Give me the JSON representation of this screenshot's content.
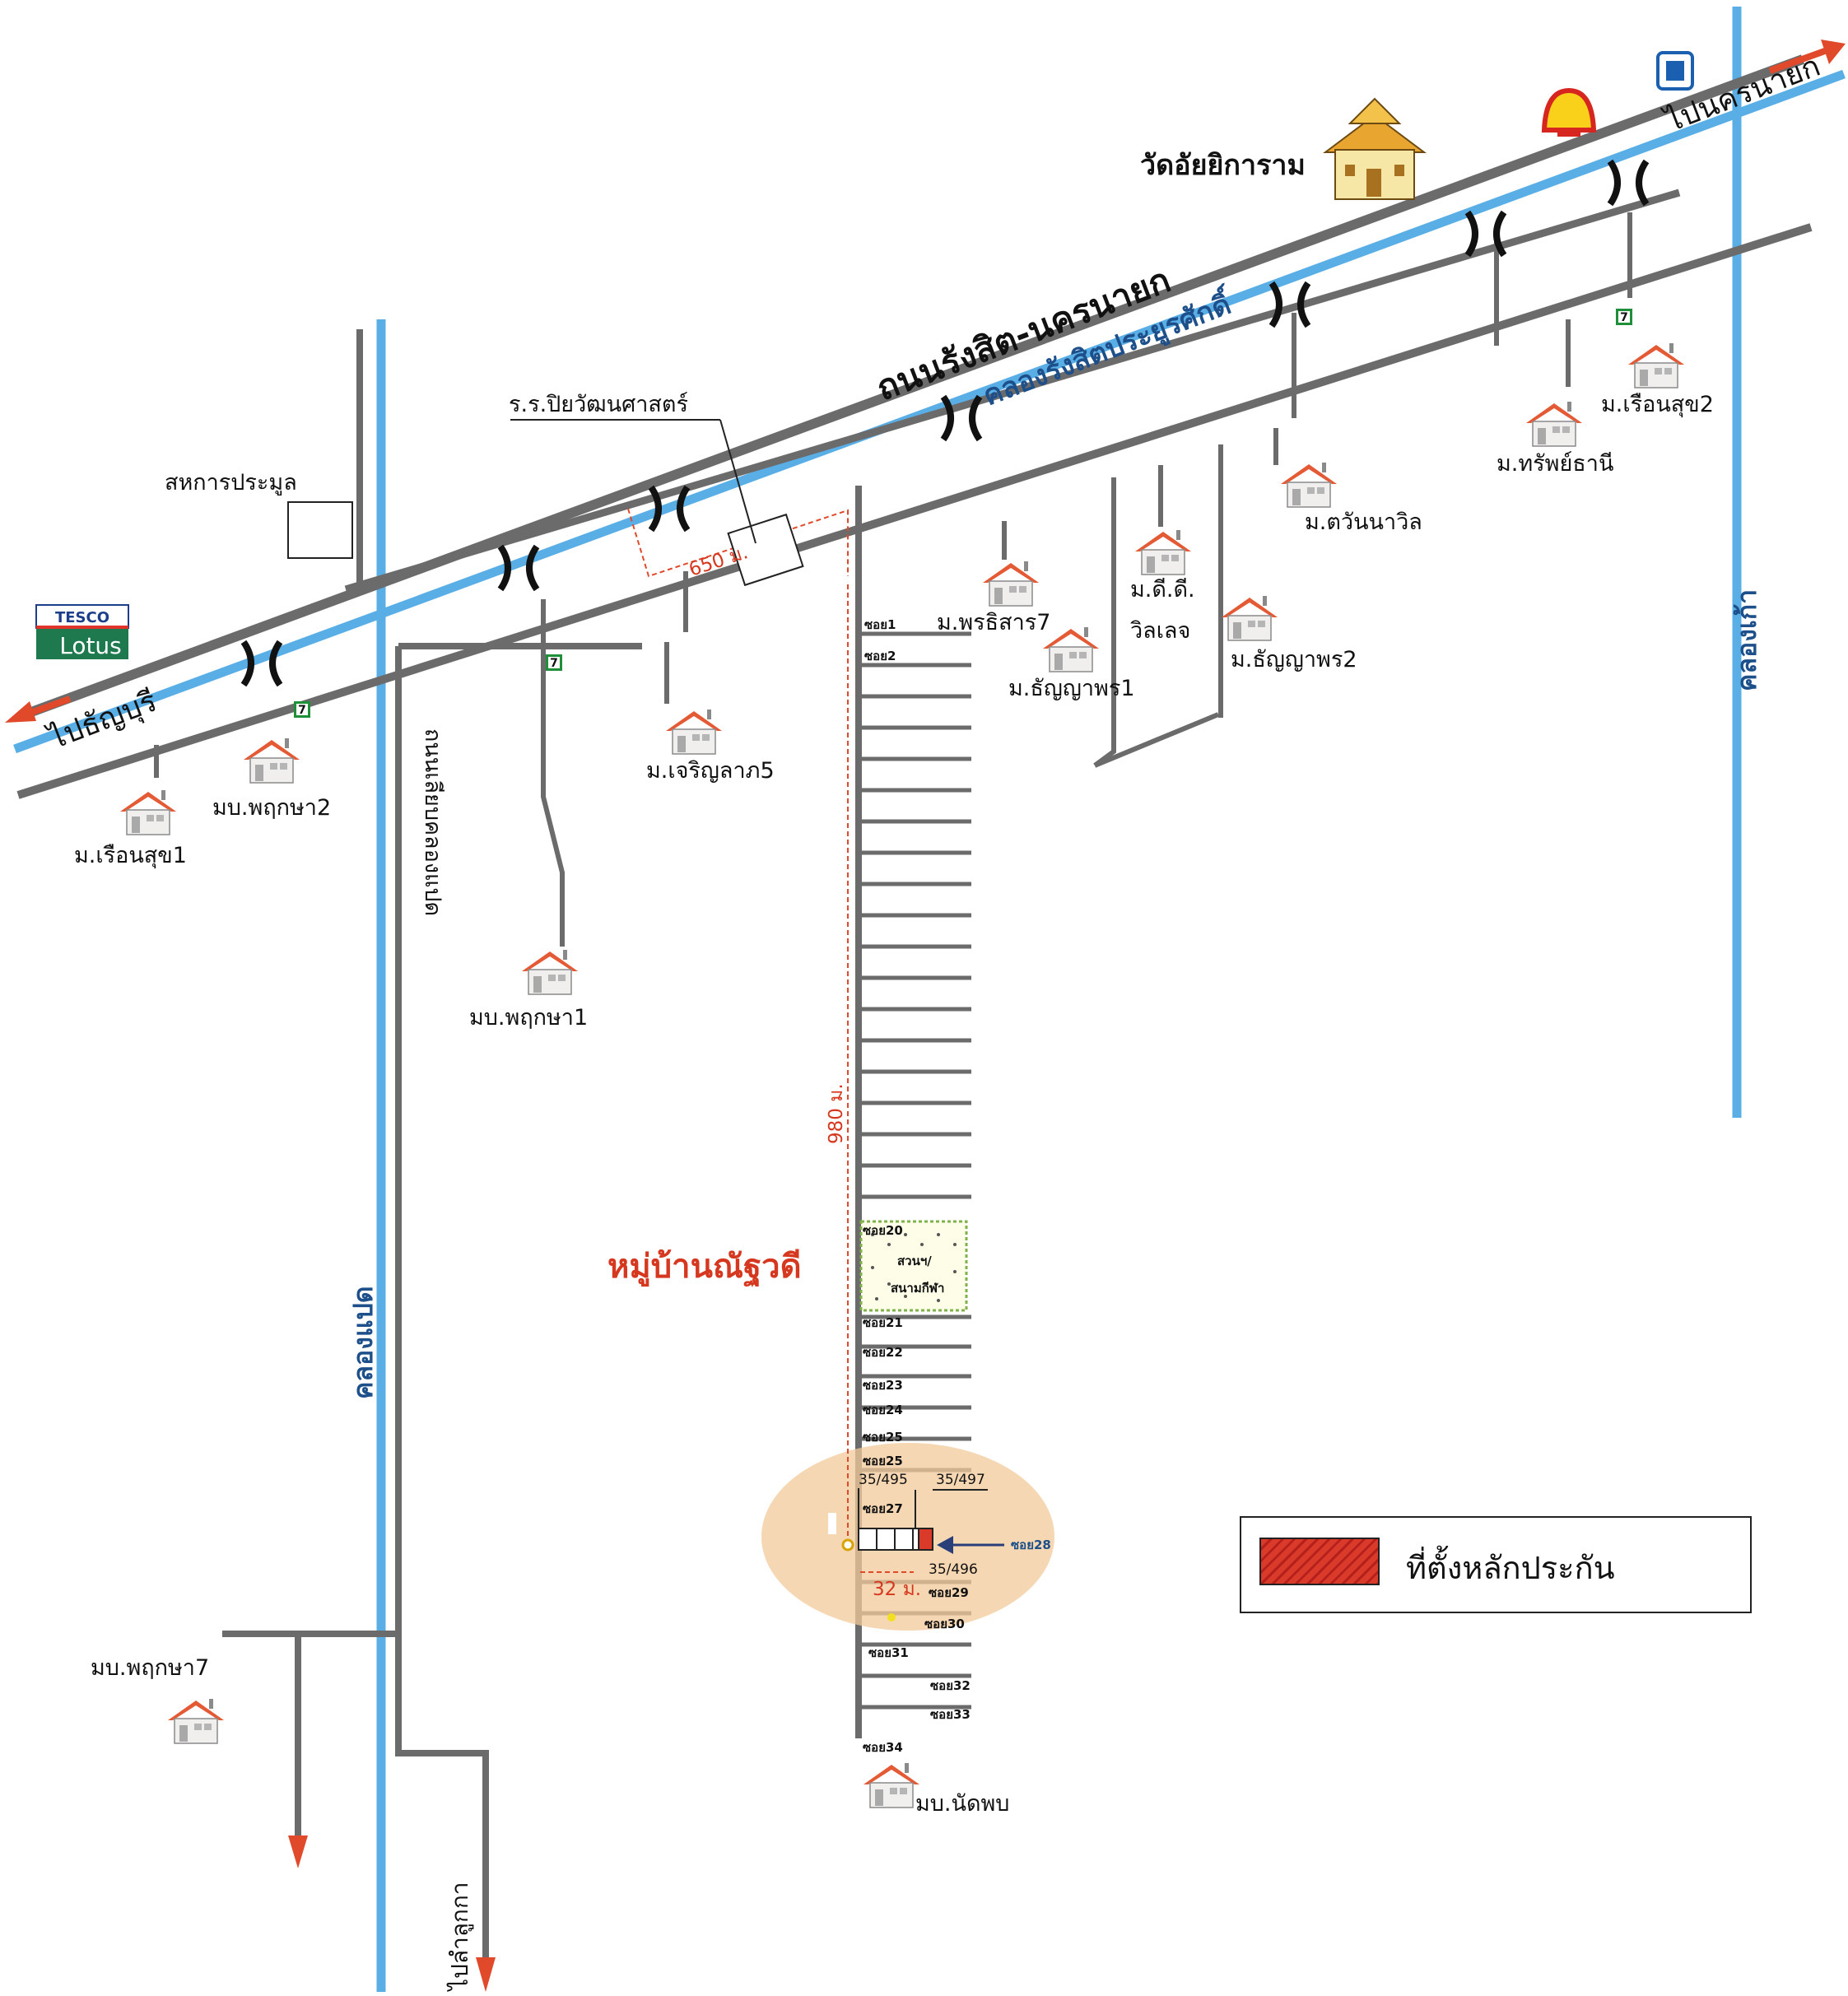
{
  "roads": {
    "main_highway": "ถนนรังสิต-นครนายก",
    "canal_main": "คลองรังสิตประยูรศักดิ์",
    "road_klong8": "ถนนเลียบคลองแปด",
    "canal_klong8": "คลองแปด",
    "canal_klong9": "คลองเก้า",
    "to_thanyaburi": "ไปธัญบุรี",
    "to_nakhon_nayok": "ไปนครนายก",
    "to_lam_luk_ka": "ไปลำลูกกา"
  },
  "landmarks": {
    "temple": "วัดอัยยิการาม",
    "school": "ร.ร.ปิยวัฒนศาสตร์",
    "cooperative": "สหการประมูล",
    "tesco_top": "TESCO",
    "tesco_bottom": "Lotus",
    "village_main": "หมู่บ้านณัฐวดี",
    "park_line1": "สวนฯ/",
    "park_line2": "สนามกีฬา"
  },
  "villages": {
    "ruen_suk_1": "ม.เรือนสุข1",
    "pruksa_2": "มบ.พฤกษา2",
    "pruksa_1": "มบ.พฤกษา1",
    "pruksa_7": "มบ.พฤกษา7",
    "charoenlap_5": "ม.เจริญลาภ5",
    "porn_sisan_7": "ม.พรธิสาร7",
    "thanyaporn_1": "ม.ธัญญาพร1",
    "dd_line1": "ม.ดี.ดี.",
    "dd_line2": "วิลเลจ",
    "thanyaporn_2": "ม.ธัญญาพร2",
    "tawan_na_wil": "ม.ตวันนาวิล",
    "sap_thani": "ม.ทรัพย์ธานี",
    "ruen_suk_2": "ม.เรือนสุข2",
    "nat_phop": "มบ.นัดพบ"
  },
  "distances": {
    "d650": "650 ม.",
    "d980": "980 ม.",
    "d32": "32 ม."
  },
  "plots": {
    "p495": "35/495",
    "p497": "35/497",
    "p496": "35/496"
  },
  "sois": {
    "s1": "ซอย1",
    "s2": "ซอย2",
    "s20": "ซอย20",
    "s21": "ซอย21",
    "s22": "ซอย22",
    "s23": "ซอย23",
    "s24": "ซอย24",
    "s25a": "ซอย25",
    "s25b": "ซอย25",
    "s27": "ซอย27",
    "s28": "ซอย28",
    "s29": "ซอย29",
    "s30": "ซอย30",
    "s31": "ซอย31",
    "s32": "ซอย32",
    "s33": "ซอย33",
    "s34": "ซอย34"
  },
  "legend": {
    "collateral_location": "ที่ตั้งหลักประกัน"
  },
  "colors": {
    "road": "#6b6b6b",
    "canal": "#5aaee6",
    "arrow": "#e04a2a",
    "highlight": "#f2c99a",
    "collateral": "#d93a2a"
  },
  "icons": {
    "house": "house-icon",
    "bridge": "bridge-icon",
    "convenience_store": "seven-eleven-icon",
    "fuel": "shell-icon",
    "bank": "bank-icon",
    "temple": "temple-icon"
  }
}
